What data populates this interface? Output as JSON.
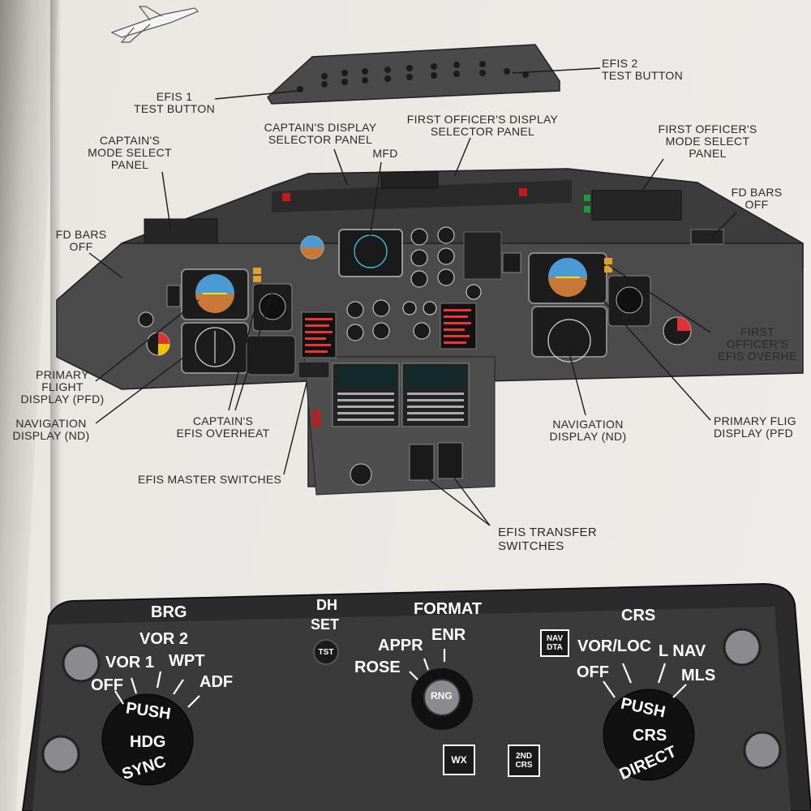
{
  "callouts": {
    "efis1_test": "EFIS 1\nTEST BUTTON",
    "efis2_test": "EFIS 2\nTEST BUTTON",
    "capt_display_selector": "CAPTAIN'S DISPLAY\nSELECTOR PANEL",
    "fo_display_selector": "FIRST OFFICER'S DISPLAY\nSELECTOR PANEL",
    "mfd": "MFD",
    "capt_mode_select": "CAPTAIN'S\nMODE SELECT\nPANEL",
    "fo_mode_select": "FIRST OFFICER'S\nMODE SELECT\nPANEL",
    "fd_bars_off_left": "FD BARS\nOFF",
    "fd_bars_off_right": "FD BARS\nOFF",
    "pfd_left": "PRIMARY\nFLIGHT\nDISPLAY (PFD)",
    "nd_left": "NAVIGATION\nDISPLAY (ND)",
    "capt_efis_overheat": "CAPTAIN'S\nEFIS OVERHEAT",
    "efis_master": "EFIS MASTER SWITCHES",
    "nd_center": "NAVIGATION\nDISPLAY (ND)",
    "fo_efis_overheat": "FIRST\nOFFICER'S\nEFIS OVERHE",
    "pfd_right": "PRIMARY FLIG\nDISPLAY (PFD",
    "efis_transfer": "EFIS TRANSFER\nSWITCHES"
  },
  "control_panel": {
    "brg": {
      "title": "BRG",
      "opt_vor2": "VOR 2",
      "opt_vor1": "VOR 1",
      "opt_wpt": "WPT",
      "opt_off": "OFF",
      "opt_adf": "ADF",
      "knob_push": "PUSH",
      "knob_hdg": "HDG",
      "knob_sync": "SYNC"
    },
    "dh": {
      "title_1": "DH",
      "title_2": "SET",
      "button": "TST"
    },
    "format": {
      "title": "FORMAT",
      "opt_appr": "APPR",
      "opt_enr": "ENR",
      "opt_rose": "ROSE",
      "knob": "RNG"
    },
    "crs": {
      "title": "CRS",
      "opt_vorloc": "VOR/LOC",
      "opt_lnav": "L NAV",
      "opt_off": "OFF",
      "opt_mls": "MLS",
      "knob_push": "PUSH",
      "knob_crs": "CRS",
      "knob_direct": "DIRECT"
    },
    "buttons": {
      "nav_dta_1": "NAV",
      "nav_dta_2": "DTA",
      "wx": "WX",
      "second_crs_1": "2ND",
      "second_crs_2": "CRS"
    }
  },
  "colors": {
    "panel_dark": "#2b2b2b",
    "panel_face": "#3a3a3a",
    "attitude_sky": "#4a9ad6",
    "attitude_ground": "#c9783a",
    "paper": "#eeece8"
  }
}
